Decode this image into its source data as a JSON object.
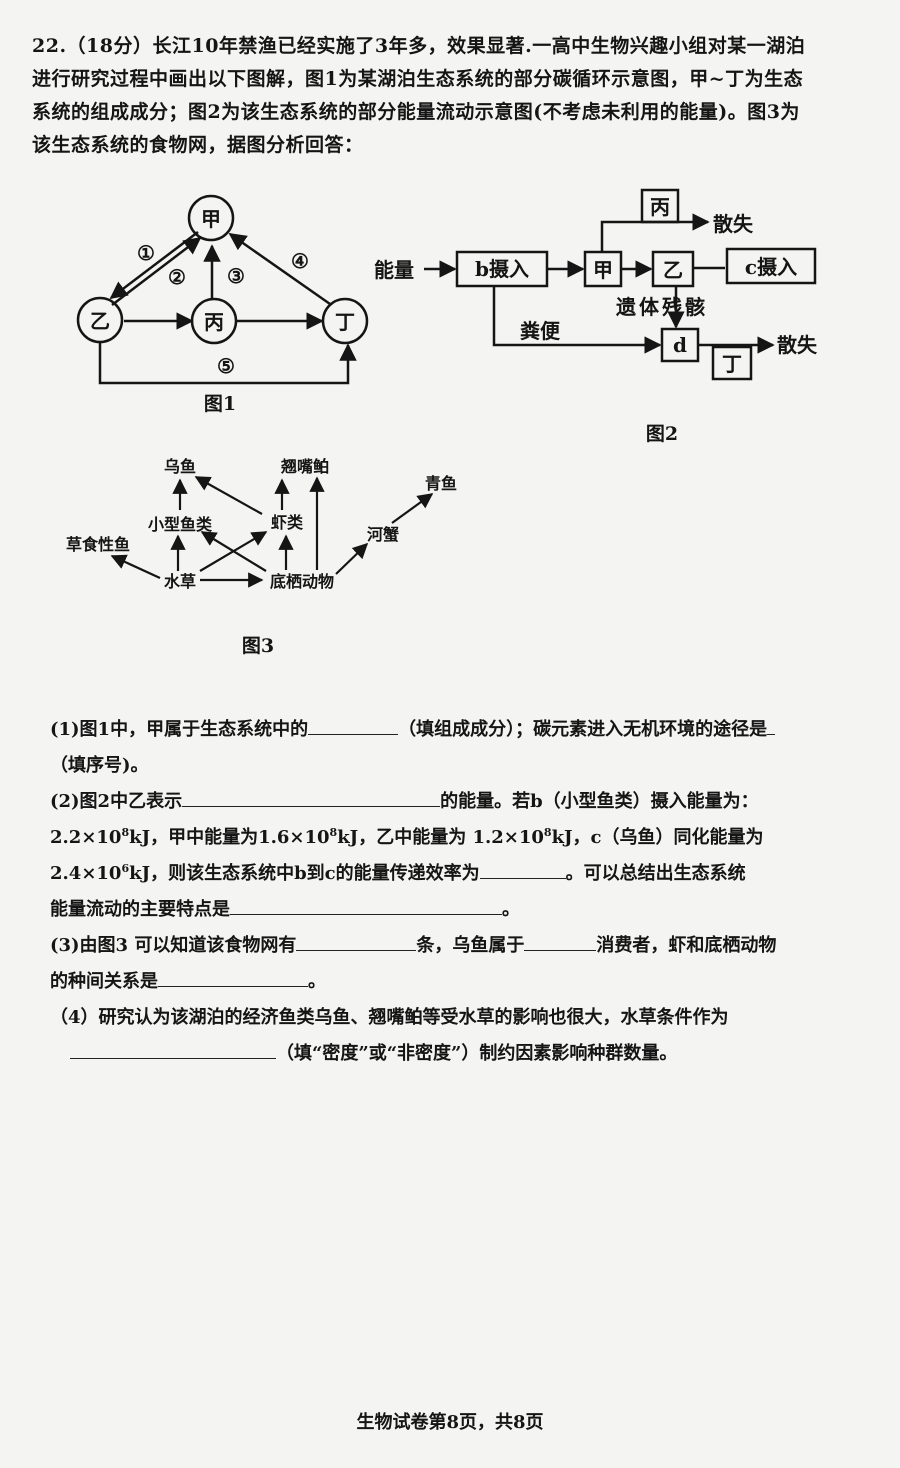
{
  "intro": {
    "line1": "22.（18分）长江10年禁渔已经实施了3年多，效果显著.一高中生物兴趣小组对某一湖泊",
    "line2": "进行研究过程中画出以下图解，图1为某湖泊生态系统的部分碳循环示意图，甲~丁为生态",
    "line3": "系统的组成成分；图2为该生态系统的部分能量流动示意图(不考虑未利用的能量)。图3为",
    "line4": "该生态系统的食物网，据图分析回答："
  },
  "fig1": {
    "label": "图1",
    "nodes": {
      "jia": "甲",
      "yi": "乙",
      "bing": "丙",
      "ding": "丁"
    },
    "arrows": {
      "a1": "①",
      "a2": "②",
      "a3": "③",
      "a4": "④",
      "a5": "⑤"
    }
  },
  "fig2": {
    "label": "图2",
    "energy": "能量",
    "b_intake": "b摄入",
    "jia": "甲",
    "yi": "乙",
    "c_intake": "c摄入",
    "bing": "丙",
    "loss_top": "散失",
    "remains": "遗体残骸",
    "feces": "粪便",
    "d": "d",
    "ding": "丁",
    "loss_bottom": "散失"
  },
  "fig3": {
    "label": "图3",
    "wuyu": "乌鱼",
    "qiaozuipo": "翘嘴鲌",
    "qingyu": "青鱼",
    "xiaoxing": "小型鱼类",
    "xialei": "虾类",
    "caoshi": "草食性鱼",
    "hexie": "河蟹",
    "shuicao": "水草",
    "diqi": "底栖动物"
  },
  "q1": {
    "a": "(1)图1中，甲属于生态系统中的",
    "b": "（填组成成分）；碳元素进入无机环境的途径是",
    "c": "（填序号)。"
  },
  "q2": {
    "a": "(2)图2中乙表示",
    "b": "的能量。若b（小型鱼类）摄入能量为：",
    "c1": "2.2×10",
    "e1": "8",
    "c2": "kJ，甲中能量为1.6×10",
    "e2": "8",
    "c3": "kJ，乙中能量为 1.2×10",
    "e3": "8",
    "c4": "kJ，c（乌鱼）同化能量为",
    "d1": "2.4×10",
    "e4": "6",
    "d2": "kJ，则该生态系统中b到c的能量传递效率为",
    "d3": "。可以总结出生态系统",
    "f": "能量流动的主要特点是",
    "g": "。"
  },
  "q3": {
    "a": "(3)由图3 可以知道该食物网有",
    "b": "条，乌鱼属于",
    "c": "消费者，虾和底栖动物",
    "d": "的种间关系是",
    "e": "。"
  },
  "q4": {
    "a": "（4）研究认为该湖泊的经济鱼类乌鱼、翘嘴鲌等受水草的影响也很大，水草条件作为",
    "b": "（填“密度”或“非密度”）制约因素影响种群数量。"
  },
  "footer": "生物试卷第8页，共8页"
}
